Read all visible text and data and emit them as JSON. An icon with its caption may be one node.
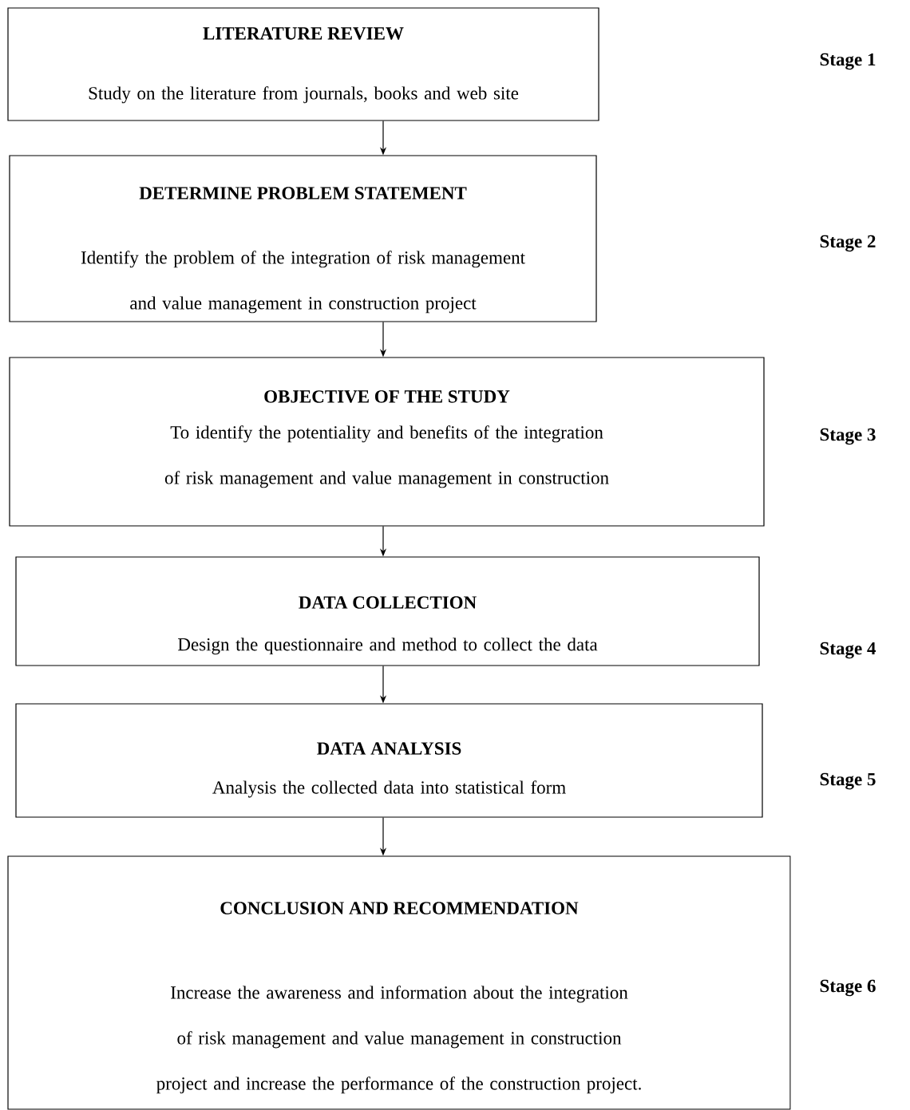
{
  "diagram": {
    "nodes": [
      {
        "text": [
          "LITERATURE REVIEW",
          "Study on the literature from journals, books and web site"
        ]
      },
      {
        "text": [
          "DETERMINE PROBLEM STATEMENT",
          "Identify the problem of the integration of risk management and value management in construction project"
        ]
      },
      {
        "text": [
          "OBJECTIVE OF THE STUDY",
          "To identify the potentiality and benefits of the integration of risk management and value management in construction"
        ]
      },
      {
        "text": [
          "DATA COLLECTION",
          "Design the questionnaire and method to collect the data"
        ]
      },
      {
        "text": [
          "DATA ANALYSIS",
          "Analysis the collected data into statistical form"
        ]
      },
      {
        "text": [
          "CONCLUSION AND RECOMMENDATION",
          "Increase the awareness and information about the integration of risk management and value management in construction project and increase the performance of the construction project."
        ]
      }
    ],
    "edges": [
      {
        "from": 0,
        "to": 1,
        "arrow": "to"
      },
      {
        "from": 1,
        "to": 2,
        "arrow": "to"
      },
      {
        "from": 2,
        "to": 3,
        "arrow": "to"
      },
      {
        "from": 3,
        "to": 4,
        "arrow": "to"
      },
      {
        "from": 4,
        "to": 5,
        "arrow": "to"
      }
    ],
    "labels": [
      "Stage 1",
      "Stage 2",
      "Stage 3",
      "Stage 4",
      "Stage 5",
      "Stage 6"
    ]
  }
}
